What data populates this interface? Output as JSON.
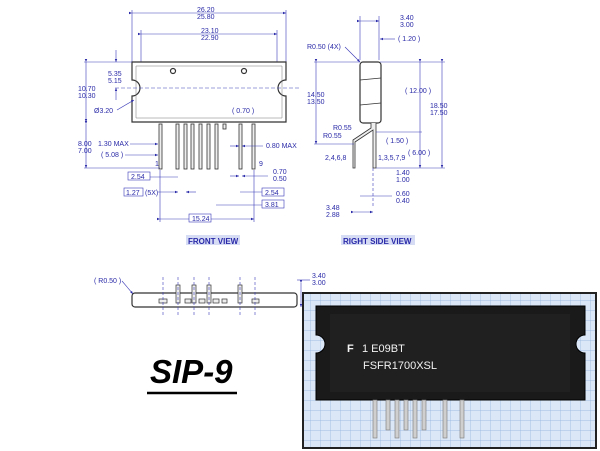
{
  "package_title": "SIP-9",
  "views": {
    "front": {
      "label": "FRONT VIEW",
      "dims": {
        "overall_width": [
          "26.20",
          "25.80"
        ],
        "hole_span": [
          "23.10",
          "22.90"
        ],
        "body_height": [
          "10.70",
          "10.30"
        ],
        "hole_height": [
          "5.35",
          "5.15"
        ],
        "hole_dia": "Ø3.20",
        "tab_gap": "( 0.70 )",
        "lead_length": [
          "8.00",
          "7.00"
        ],
        "lead_shoulder": "1.30 MAX",
        "lead_offset": "( 5.08 )",
        "lead_width_max": "0.80 MAX",
        "lead_thickness": [
          "0.70",
          "0.50"
        ],
        "pitch_a": "2.54",
        "pitch_half": "1.27",
        "pitch_half_count": "(5X)",
        "pitch_b": "2.54",
        "pitch_c": "3.81",
        "span": "15.24"
      },
      "pin_first": "1",
      "pin_last": "9"
    },
    "side": {
      "label": "RIGHT SIDE VIEW",
      "dims": {
        "thickness": [
          "3.40",
          "3.00"
        ],
        "tab": "( 1.20 )",
        "radius_4x": "R0.50 (4X)",
        "body_height": [
          "14.50",
          "13.50"
        ],
        "inner_height": "( 12.00 )",
        "overall_height": [
          "18.50",
          "17.50"
        ],
        "radius_a": "R0.55",
        "radius_b": "R0.55",
        "bend": "( 1.50 )",
        "lead_len": "( 6.00 )",
        "pins_even": "2,4,6,8",
        "pins_odd": "1,3,5,7,9",
        "lead_thk": [
          "1.40",
          "1.00"
        ],
        "lead_w": [
          "0.60",
          "0.40"
        ],
        "offset": [
          "3.48",
          "2.88"
        ]
      }
    },
    "bottom": {
      "radius": "( R0.50 )",
      "thickness": [
        "3.40",
        "3.00"
      ]
    }
  },
  "photo": {
    "marking_line1": "1   E09BT",
    "marking_line2": "FSFR1700XSL",
    "logo": "F"
  },
  "colors": {
    "dimension": "#2a2aa8",
    "outline": "#333333",
    "grid": "#a9c4ea"
  }
}
